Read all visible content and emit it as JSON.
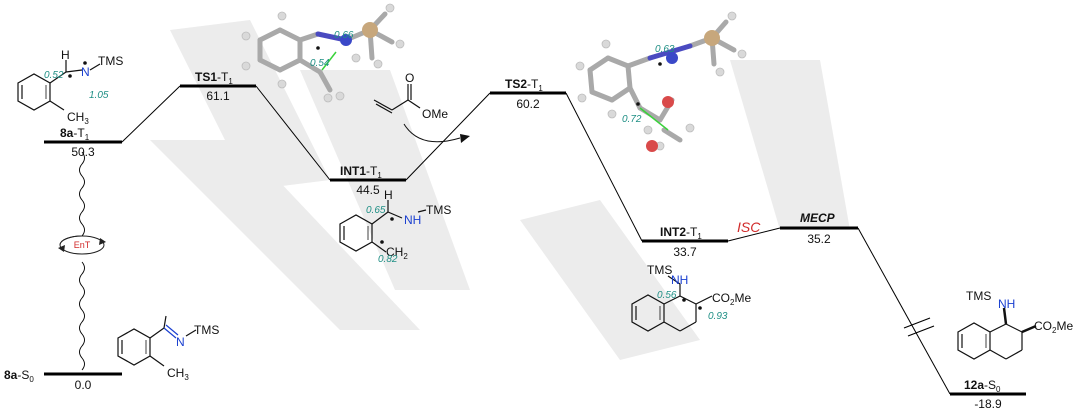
{
  "diagram": {
    "states": [
      {
        "id": "s1",
        "name": "8a",
        "sub": "-T",
        "subidx": "1",
        "energy": "50.3"
      },
      {
        "id": "s2",
        "name": "TS1",
        "sub": "-T",
        "subidx": "1",
        "energy": "61.1"
      },
      {
        "id": "s3",
        "name": "INT1",
        "sub": "-T",
        "subidx": "1",
        "energy": "44.5"
      },
      {
        "id": "s4",
        "name": "TS2",
        "sub": "-T",
        "subidx": "1",
        "energy": "60.2"
      },
      {
        "id": "s5",
        "name": "INT2",
        "sub": "-T",
        "subidx": "1",
        "energy": "33.7"
      },
      {
        "id": "s6",
        "name": "MECP",
        "sub": "",
        "subidx": "",
        "energy": "35.2"
      },
      {
        "id": "s7",
        "name": "8a",
        "sub": "-S",
        "subidx": "0",
        "energy": "0.0"
      },
      {
        "id": "s8",
        "name": "12a",
        "sub": "-S",
        "subidx": "0",
        "energy": "-18.9"
      }
    ],
    "isc_label": "ISC",
    "ent_label": "EnT",
    "spin_densities": {
      "m1_c": "0.52",
      "m1_n": "1.05",
      "ts1_a": "0.66",
      "ts1_b": "0.54",
      "int1_a": "0.65",
      "int1_b": "0.82",
      "ts2_a": "0.63",
      "ts2_b": "0.72",
      "int2_a": "0.56",
      "int2_b": "0.93"
    },
    "chem": {
      "tms": "TMS",
      "n": "N",
      "nh": "NH",
      "h": "H",
      "ch3": "CH",
      "ch3_sub": "3",
      "ch2": "CH",
      "ch2_sub": "2",
      "co2me": "CO",
      "co2me_sub": "2",
      "co2me_tail": "Me",
      "o": "O",
      "ome": "OMe"
    }
  }
}
